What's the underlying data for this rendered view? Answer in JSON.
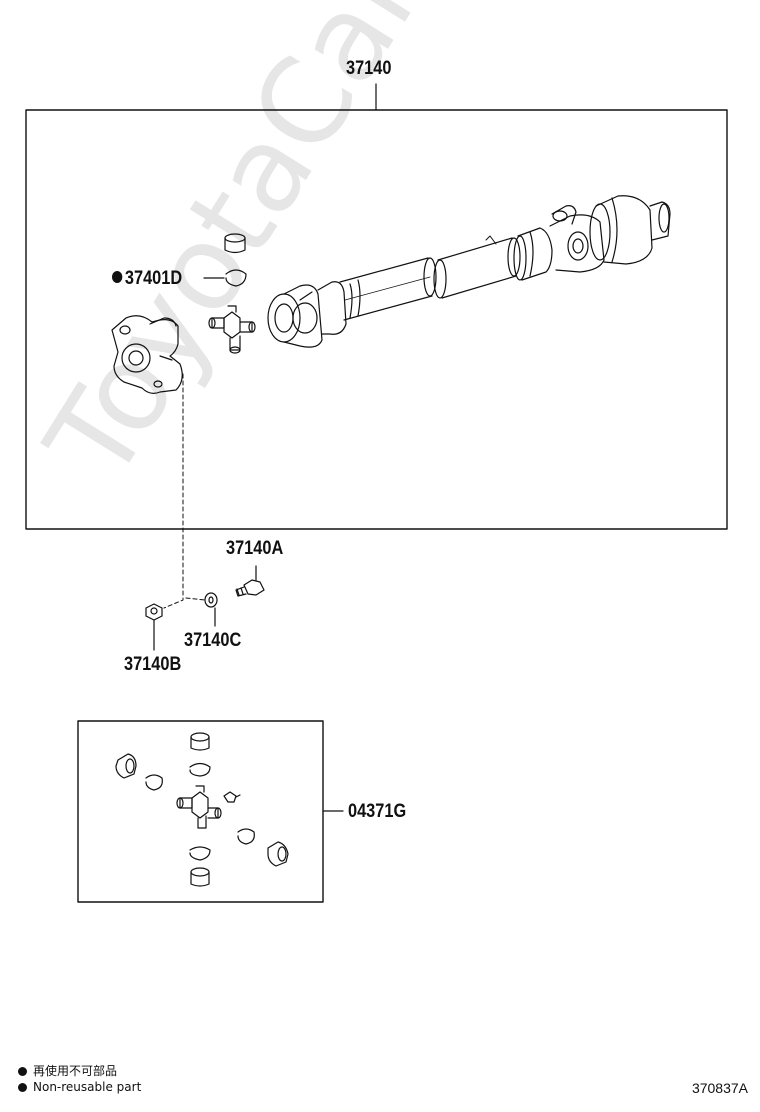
{
  "watermark": "ToyotaCarMine.ru",
  "parts": {
    "assembly": "37140",
    "yoke": "37401D",
    "bolt": "37140A",
    "nut": "37140B",
    "washer": "37140C",
    "spider_kit": "04371G"
  },
  "legend": {
    "reuse_cn": "再使用不可部品",
    "non_reusable": "Non-reusable part"
  },
  "figure_id": "370837A"
}
